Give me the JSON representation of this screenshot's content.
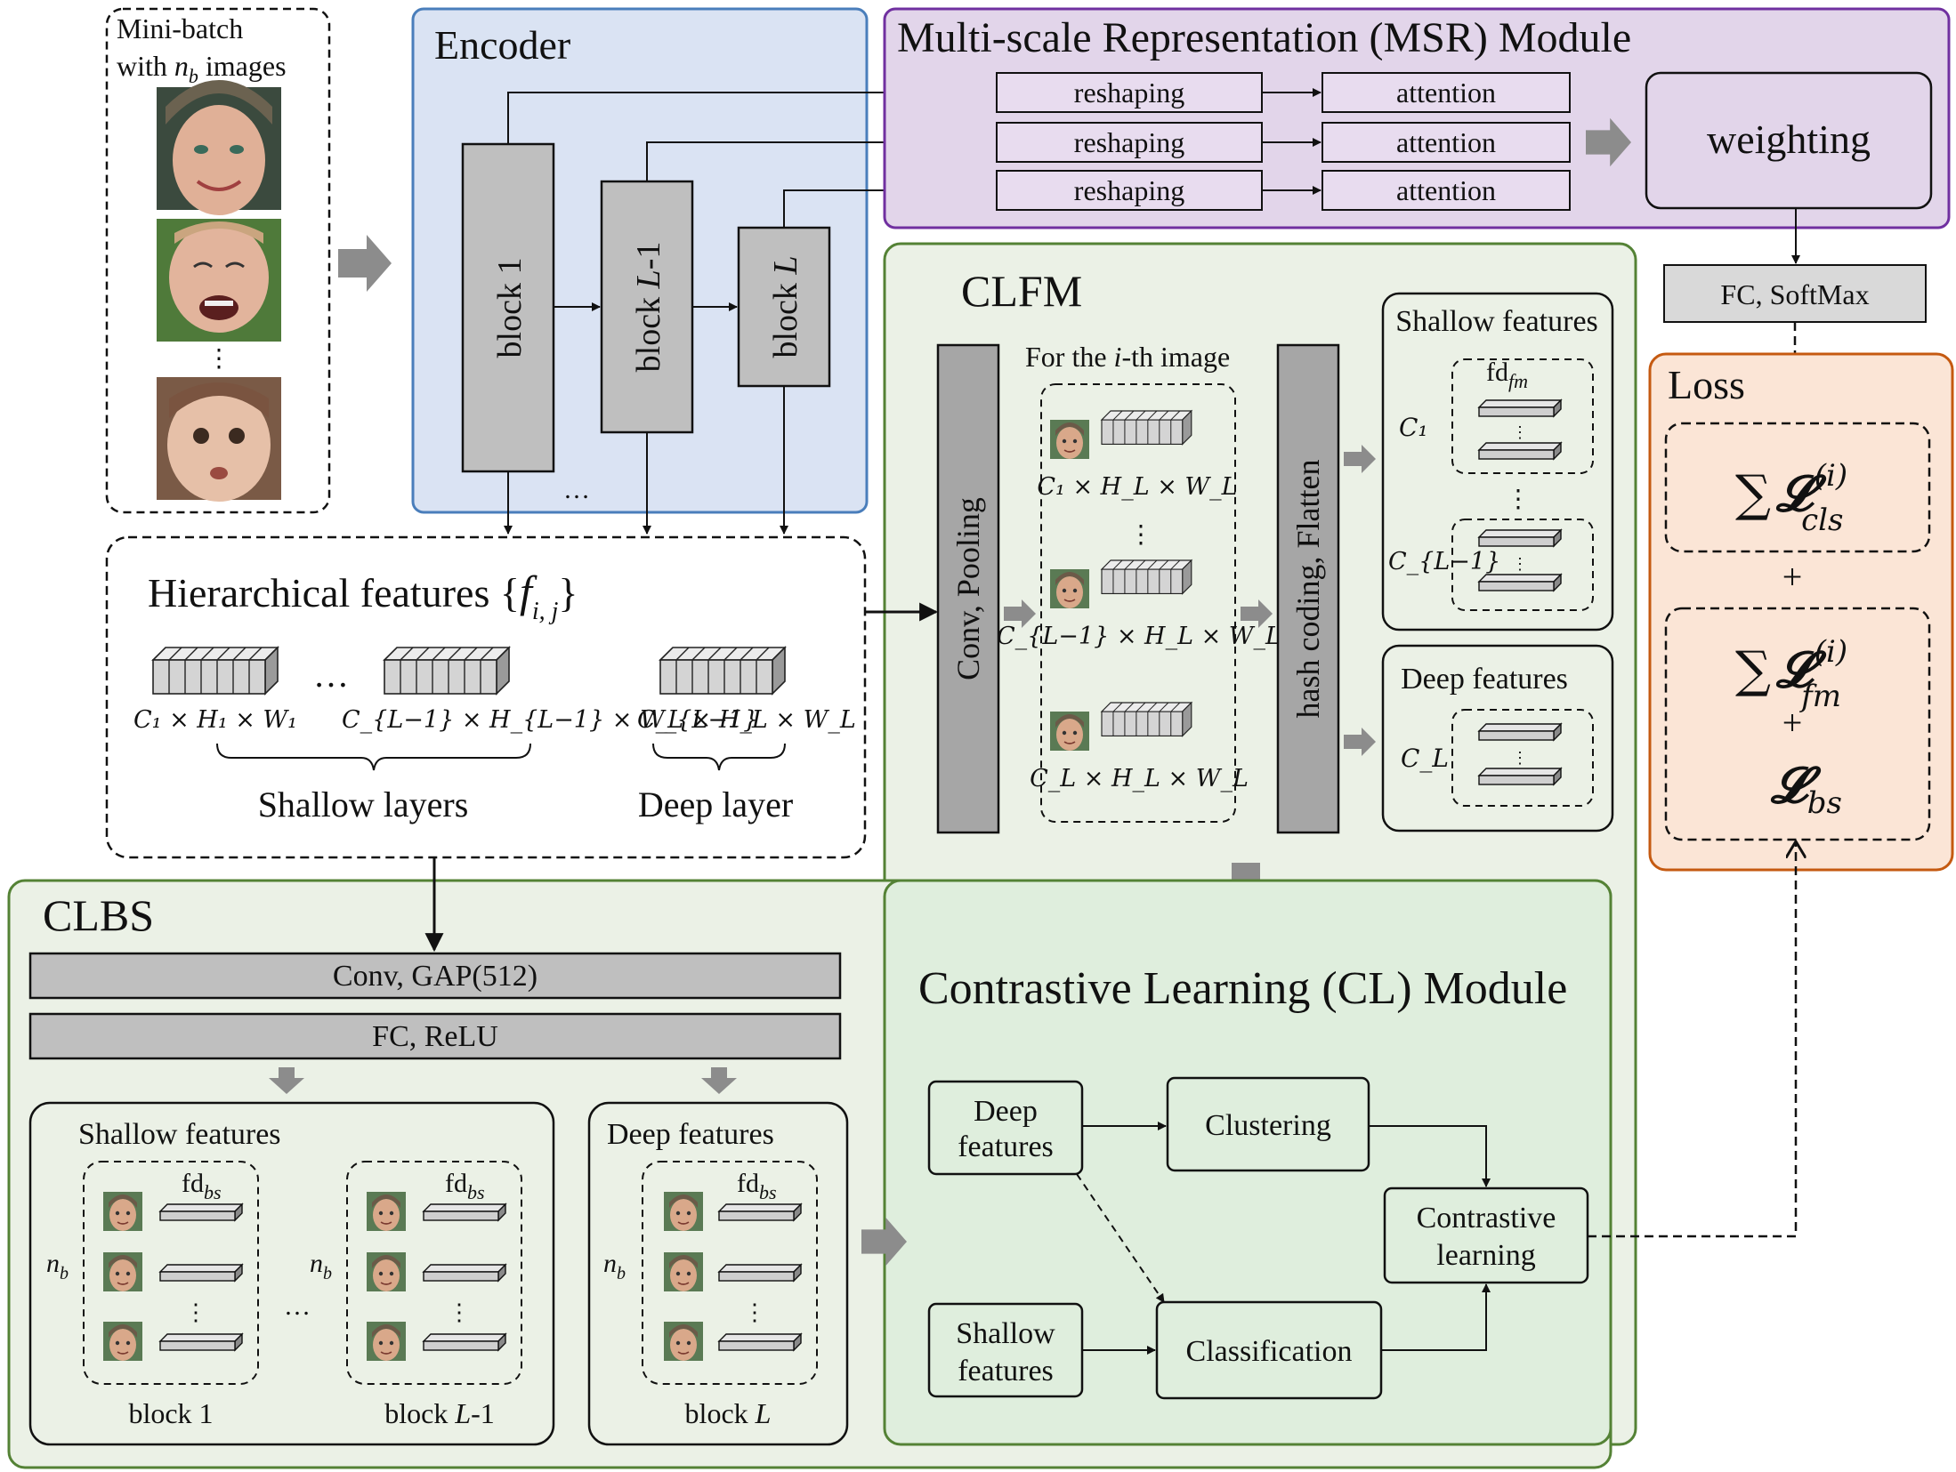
{
  "colors": {
    "encoder_bg": "#dae3f3",
    "encoder_border": "#4a7ebb",
    "msr_bg": "#e2d5ea",
    "msr_border": "#7030a0",
    "clfm_bg": "#ebf1e6",
    "green_border": "#548235",
    "cl_bg": "#dfeedd",
    "loss_bg": "#fbe5d6",
    "loss_border": "#c55a11",
    "block_fill": "#bfbfbf",
    "arrow_gray": "#8c8c8c"
  },
  "minibatch": {
    "line1": "Mini-batch",
    "line2_pre": "with ",
    "line2_var": "n",
    "line2_sub": "b",
    "line2_post": " images",
    "ellipsis": "⋮"
  },
  "encoder": {
    "title": "Encoder",
    "block1": "block 1",
    "blockL1_pre": "block ",
    "blockL1_var": "L",
    "blockL1_post": "-1",
    "blockL_pre": "block ",
    "blockL_var": "L",
    "dots": "…"
  },
  "msr": {
    "title": "Multi-scale Representation (MSR) Module",
    "reshaping": [
      "reshaping",
      "reshaping",
      "reshaping"
    ],
    "attention": [
      "attention",
      "attention",
      "attention"
    ],
    "weighting": "weighting"
  },
  "fc_softmax": "FC, SoftMax",
  "hier": {
    "title_pre": "Hierarchical features {",
    "title_var": "f",
    "title_sub": "i,  j",
    "title_post": "}",
    "dims": [
      "C₁ × H₁  × W₁",
      "C_{L−1} × H_{L−1} × W_{L−1}",
      "C_L × H_L × W_L"
    ],
    "dots": "…",
    "shallow_label": "Shallow layers",
    "deep_label": "Deep layer"
  },
  "clfm": {
    "title": "CLFM",
    "conv_pooling": "Conv, Pooling",
    "for_image_pre": "For the ",
    "for_image_var": "i",
    "for_image_post": "-th image",
    "dims": [
      "C₁ × H_L × W_L",
      "C_{L−1} × H_L × W_L",
      "C_L × H_L × W_L"
    ],
    "vdots": "⋮",
    "hash": "hash coding, Flatten",
    "shallow_title": "Shallow features",
    "fd_main": "fd",
    "fd_sub": "fm",
    "c1": "C₁",
    "cL1": "C_{L−1}",
    "deep_title": "Deep features",
    "cL": "C_L"
  },
  "loss": {
    "title": "Loss",
    "sum": "∑",
    "L": "𝓛",
    "sup": "(i)",
    "cls": "cls",
    "fm": "fm",
    "bs": "bs",
    "plus": "+"
  },
  "clbs": {
    "title": "CLBS",
    "conv_gap": "Conv, GAP(512)",
    "fc_relu": "FC, ReLU",
    "shallow_title": "Shallow features",
    "deep_title": "Deep features",
    "fd_main": "fd",
    "fd_sub": "bs",
    "nb_var": "n",
    "nb_sub": "b",
    "block1": "block 1",
    "blockL1_pre": "block ",
    "blockL1_var": "L",
    "blockL1_post": "-1",
    "blockL_pre": "block ",
    "blockL_var": "L",
    "dots": "…",
    "vdots": "⋮"
  },
  "cl": {
    "title": "Contrastive Learning (CL) Module",
    "deep_l1": "Deep",
    "deep_l2": "features",
    "clustering": "Clustering",
    "contrastive_l1": "Contrastive",
    "contrastive_l2": "learning",
    "shallow_l1": "Shallow",
    "shallow_l2": "features",
    "classification": "Classification"
  }
}
